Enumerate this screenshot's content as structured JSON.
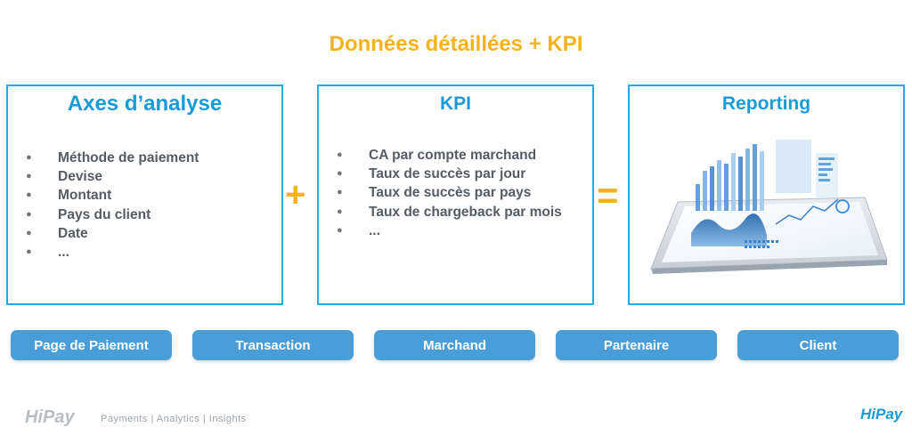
{
  "title": "Données détaillées + KPI",
  "boxes": {
    "axes": {
      "title": "Axes d’analyse",
      "items": [
        "Méthode de paiement",
        "Devise",
        "Montant",
        "Pays du client",
        "Date",
        "..."
      ]
    },
    "kpi": {
      "title": "KPI",
      "items": [
        "CA par compte marchand",
        "Taux de succès par jour",
        "Taux de succès par pays",
        "Taux de chargeback par mois",
        "..."
      ]
    },
    "reporting": {
      "title": "Reporting"
    }
  },
  "operators": {
    "plus": "+",
    "equals": "="
  },
  "pills": [
    "Page de Paiement",
    "Transaction",
    "Marchand",
    "Partenaire",
    "Client"
  ],
  "footer": {
    "logo": "HiPay",
    "tagline": "Payments | Analytics | Insights",
    "logo_right": "HiPay"
  },
  "colors": {
    "accent": "#f5b21b",
    "blue": "#1a9ad6",
    "pill": "#4a9ed8"
  }
}
